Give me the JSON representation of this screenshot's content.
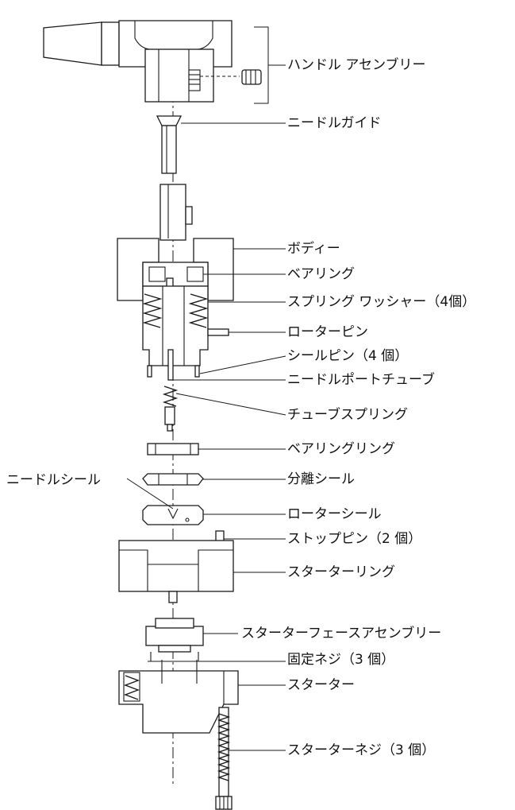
{
  "labels": {
    "handle_assembly": "ハンドル アセンブリー",
    "needle_guide": "ニードルガイド",
    "body": "ボディー",
    "bearing": "ベアリング",
    "spring_washer": "スプリング ワッシャー（4個）",
    "rotor_pin": "ローターピン",
    "seal_pin": "シールピン（4 個）",
    "needle_port_tube": "ニードルポートチューブ",
    "tube_spring": "チューブスプリング",
    "bearing_ring": "ベアリングリング",
    "isolation_seal": "分離シール",
    "needle_seal": "ニードルシール",
    "rotor_seal": "ローターシール",
    "stop_pin": "ストップピン（2 個）",
    "stator_ring": "スターターリング",
    "stator_face_assembly": "スターターフェースアセンブリー",
    "set_screw": "固定ネジ（3 個）",
    "stator": "スターター",
    "stator_screw": "スターターネジ（3 個）"
  }
}
